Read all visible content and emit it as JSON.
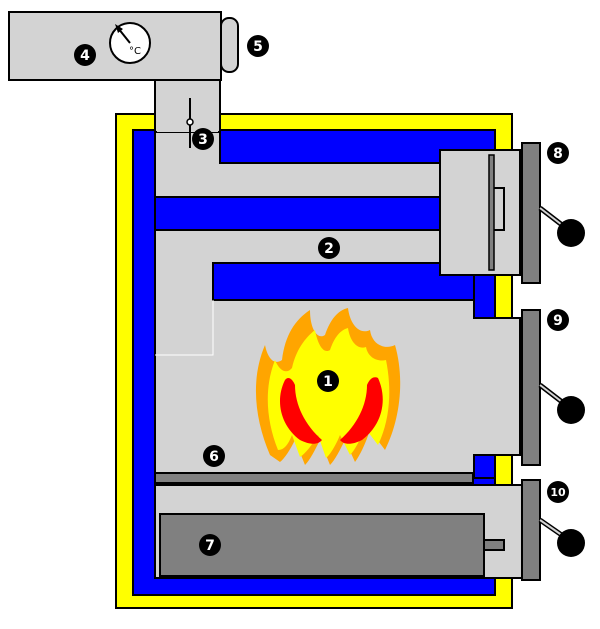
{
  "diagram": {
    "colors": {
      "outer_insulation": "#ffff00",
      "water_jacket": "#0000ff",
      "interior": "#d3d3d3",
      "ash_pan": "#808080",
      "grate": "#808080",
      "door": "#808080",
      "flame_outer": "#ffff00",
      "flame_mid": "#ffa500",
      "flame_inner": "#ff0000",
      "marker_fill": "#000000",
      "marker_text": "#ffffff"
    },
    "thermometer": {
      "unit": "°C"
    },
    "callouts": [
      {
        "id": "1",
        "label": "1"
      },
      {
        "id": "2",
        "label": "2"
      },
      {
        "id": "3",
        "label": "3"
      },
      {
        "id": "4",
        "label": "4"
      },
      {
        "id": "5",
        "label": "5"
      },
      {
        "id": "6",
        "label": "6"
      },
      {
        "id": "7",
        "label": "7"
      },
      {
        "id": "8",
        "label": "8"
      },
      {
        "id": "9",
        "label": "9"
      },
      {
        "id": "10",
        "label": "10"
      }
    ]
  }
}
